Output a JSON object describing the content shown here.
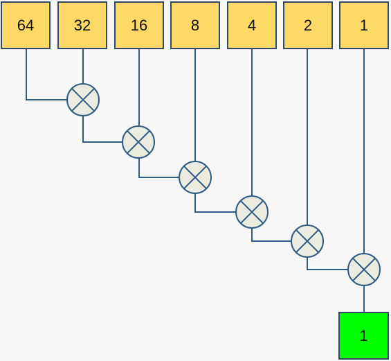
{
  "inputs": [
    {
      "label": "64"
    },
    {
      "label": "32"
    },
    {
      "label": "16"
    },
    {
      "label": "8"
    },
    {
      "label": "4"
    },
    {
      "label": "2"
    },
    {
      "label": "1"
    }
  ],
  "output": {
    "label": "1"
  },
  "colors": {
    "input_fill": "#ffd966",
    "output_fill": "#00ff00",
    "wire": "#2e5a85",
    "gate_fill": "#ebebe0"
  },
  "icons": {
    "gate": "xor-multiply-circle-icon"
  }
}
